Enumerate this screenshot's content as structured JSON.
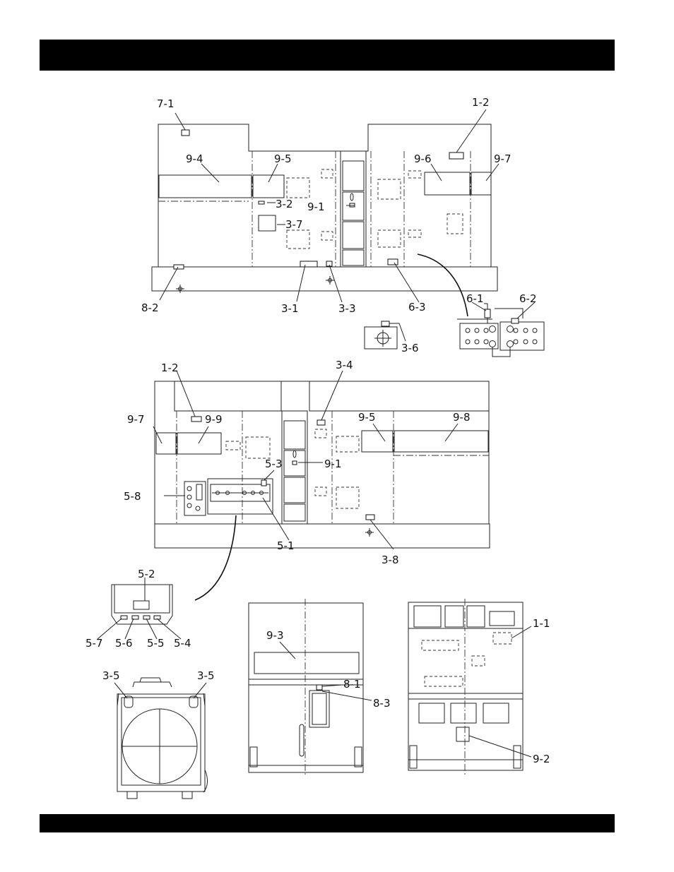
{
  "labels": {
    "l7_1": "7-1",
    "l1_2a": "1-2",
    "l9_4": "9-4",
    "l9_5a": "9-5",
    "l9_6": "9-6",
    "l9_7a": "9-7",
    "l3_2": "3-2",
    "l9_1a": "9-1",
    "l3_7": "3-7",
    "l8_2": "8-2",
    "l3_1": "3-1",
    "l3_3": "3-3",
    "l6_3": "6-3",
    "l6_1": "6-1",
    "l6_2": "6-2",
    "l3_6": "3-6",
    "l1_2b": "1-2",
    "l3_4": "3-4",
    "l9_7b": "9-7",
    "l9_9": "9-9",
    "l9_5b": "9-5",
    "l9_8": "9-8",
    "l5_3": "5-3",
    "l9_1b": "9-1",
    "l5_8": "5-8",
    "l5_1": "5-1",
    "l3_8": "3-8",
    "l5_2": "5-2",
    "l5_7": "5-7",
    "l5_6": "5-6",
    "l5_5": "5-5",
    "l5_4": "5-4",
    "l3_5a": "3-5",
    "l3_5b": "3-5",
    "l9_3": "9-3",
    "l8_1": "8-1",
    "l8_3": "8-3",
    "l1_1": "1-1",
    "l9_2": "9-2"
  }
}
